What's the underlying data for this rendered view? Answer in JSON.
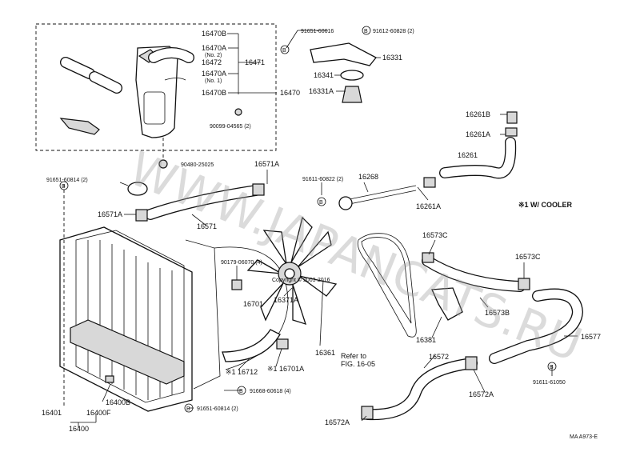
{
  "labels": {
    "p16470B_top": "16470B",
    "p16470A_1": "16470A",
    "no2": "(No. 2)",
    "p16472": "16472",
    "p16471": "16471",
    "p16470A_2": "16470A",
    "no1": "(No. 1)",
    "p16470B_bot": "16470B",
    "p16470": "16470",
    "p90099": "90099-04565 (2)",
    "p90480": "90480-25025",
    "p91651_top": "91651-60616",
    "p91612": "91612-60828 (2)",
    "p16331": "16331",
    "p16341": "16341",
    "p16331A": "16331A",
    "p16261B": "16261B",
    "p16261A_top": "16261A",
    "p16261": "16261",
    "p91651_left": "91651-60814 (2)",
    "p16571A_top": "16571A",
    "p16571A_left": "16571A",
    "p16571": "16571",
    "p91611_822": "91611-60822 (2)",
    "p16268": "16268",
    "p16261A_bot": "16261A",
    "wcooler": "※1 W/ COOLER",
    "p90179": "90179-06070 (4)",
    "p16573C_top": "16573C",
    "p16573C_right": "16573C",
    "p16701": "16701",
    "p16573B": "16573B",
    "p16371A": "16371A",
    "p16577": "16577",
    "p16381": "16381",
    "p16361": "16361",
    "refer": "Refer to",
    "fig": "FIG. 16-05",
    "p16572": "16572",
    "p16712": "※1 16712",
    "p16701A": "※1 16701A",
    "p91611_050": "91611-61050",
    "p91668": "91668-60618 (4)",
    "p16572A_r": "16572A",
    "p91651_bot": "91651-60814 (2)",
    "p16400B": "16400B",
    "p16401": "16401",
    "p16400F": "16400F",
    "p16400": "16400",
    "p16572A_l": "16572A",
    "code": "MA  A973-E",
    "bolt": "B"
  },
  "watermark": "WWW.JAPANCATS.RU",
  "watermark_small": "Copyright © 2003-2016"
}
